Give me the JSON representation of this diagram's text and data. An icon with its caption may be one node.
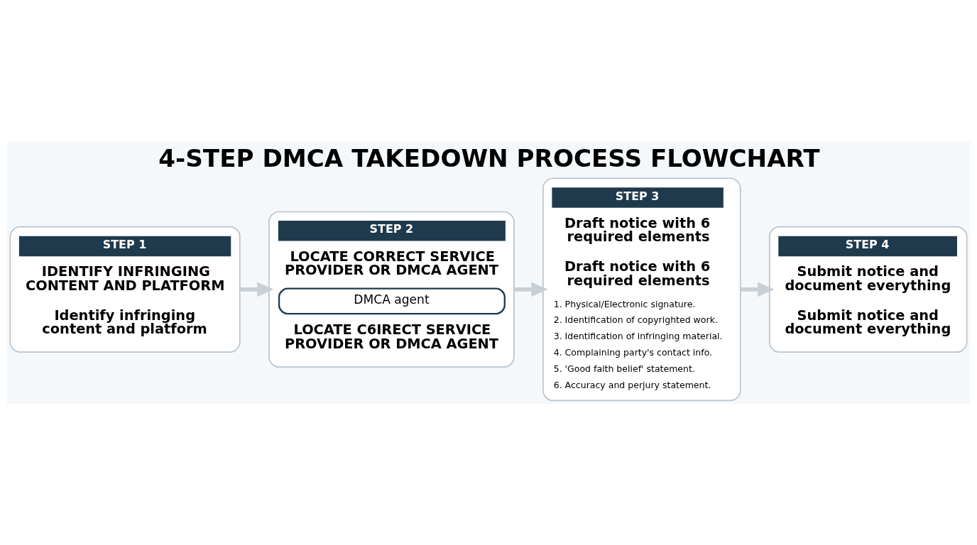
{
  "diagram": {
    "title": "4-STEP DMCA TAKEDOWN PROCESS FLOWCHART",
    "nodes": [
      {
        "text": [
          "STEP 1",
          "IDENTIFY INFRINGING CONTENT AND PLATFORM",
          "Identify infringing content and platform"
        ]
      },
      {
        "text": [
          "STEP 2",
          "LOCATE CORRECT SERVICE PROVIDER OR DMCA AGENT",
          "DMCA agent",
          "LOCATE C6IRECT SERVICE PROVIDER OR DMCA AGENT"
        ]
      },
      {
        "text": [
          "STEP 3",
          "Draft notice with 6 required elements",
          "Draft notice with 6 required elements",
          "1. Physical/Electronic signature.",
          "2. Identification of copyrighted work.",
          "3. Identification of infringing material.",
          "4. Complaining party's contact info.",
          "5. 'Good faith belief' statement.",
          "6. Accuracy and perjury statement."
        ]
      },
      {
        "text": [
          "STEP 4",
          "Submit notice and document everything",
          "Submit notice and document everything"
        ]
      }
    ],
    "edges": [
      {
        "from": 0,
        "to": 1,
        "arrow": "to"
      },
      {
        "from": 1,
        "to": 2,
        "arrow": "to"
      },
      {
        "from": 2,
        "to": 3,
        "arrow": "to"
      }
    ]
  }
}
